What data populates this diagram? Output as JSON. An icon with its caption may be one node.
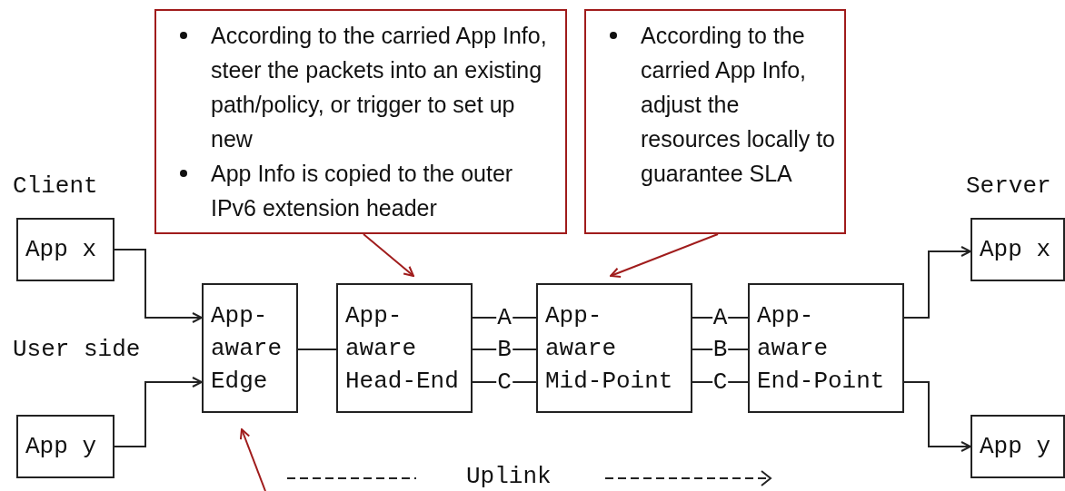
{
  "diagram": {
    "nodes": [
      {
        "text": [
          "According to the carried App Info, steer the packets into an existing path/policy, or trigger to set up new",
          "App Info is copied to the outer IPv6 extension header"
        ]
      },
      {
        "text": [
          "According to the carried App Info, adjust the resources locally to guarantee SLA"
        ]
      },
      {
        "text": [
          "App x"
        ]
      },
      {
        "text": [
          "App y"
        ]
      },
      {
        "text": [
          "App- aware Edge"
        ]
      },
      {
        "text": [
          "App- aware Head-End"
        ]
      },
      {
        "text": [
          "App- aware Mid-Point"
        ]
      },
      {
        "text": [
          "App- aware End-Point"
        ]
      },
      {
        "text": [
          "App x"
        ]
      },
      {
        "text": [
          "App y"
        ]
      }
    ],
    "edges": [
      {
        "from": 2,
        "to": 4,
        "arrow": "to"
      },
      {
        "from": 3,
        "to": 4,
        "arrow": "to"
      },
      {
        "from": 4,
        "to": 5,
        "arrow": "none"
      },
      {
        "from": 5,
        "to": 6,
        "arrow": "none",
        "label": "A"
      },
      {
        "from": 5,
        "to": 6,
        "arrow": "none",
        "label": "B"
      },
      {
        "from": 5,
        "to": 6,
        "arrow": "none",
        "label": "C"
      },
      {
        "from": 6,
        "to": 7,
        "arrow": "none",
        "label": "A"
      },
      {
        "from": 6,
        "to": 7,
        "arrow": "none",
        "label": "B"
      },
      {
        "from": 6,
        "to": 7,
        "arrow": "none",
        "label": "C"
      },
      {
        "from": 7,
        "to": 8,
        "arrow": "to"
      },
      {
        "from": 7,
        "to": 9,
        "arrow": "to"
      },
      {
        "from": 0,
        "to": 5,
        "arrow": "to",
        "color": "#a01c1c"
      },
      {
        "from": 1,
        "to": 6,
        "arrow": "to",
        "color": "#a01c1c"
      },
      {
        "from": null,
        "to": 4,
        "arrow": "to",
        "color": "#a01c1c"
      }
    ],
    "labels": [
      "Client",
      "Server",
      "User side",
      "Uplink"
    ]
  }
}
